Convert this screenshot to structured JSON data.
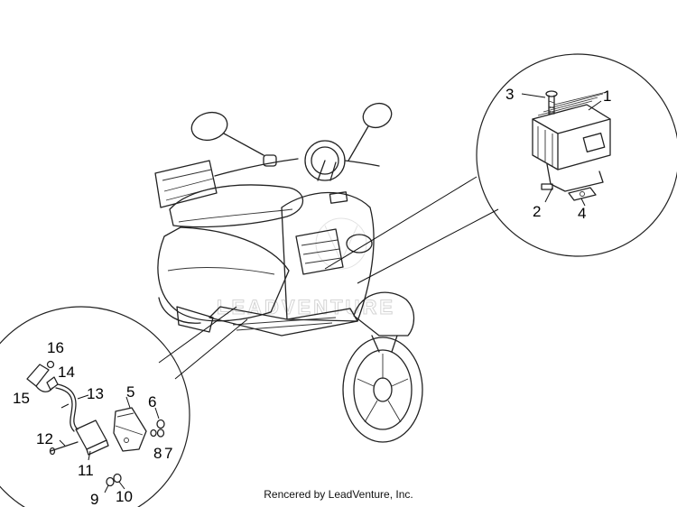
{
  "callouts": {
    "c1": "1",
    "c2": "2",
    "c3": "3",
    "c4": "4",
    "c5": "5",
    "c6": "6",
    "c7": "7",
    "c8": "8",
    "c9": "9",
    "c10": "10",
    "c11": "11",
    "c12": "12",
    "c13": "13",
    "c14": "14",
    "c15": "15",
    "c16": "16"
  },
  "watermark": "LEADVENTURE",
  "credit": "Rencered by LeadVenture, Inc.",
  "colors": {
    "line": "#222222",
    "watermark": "#d4d4d4",
    "background": "#ffffff"
  }
}
